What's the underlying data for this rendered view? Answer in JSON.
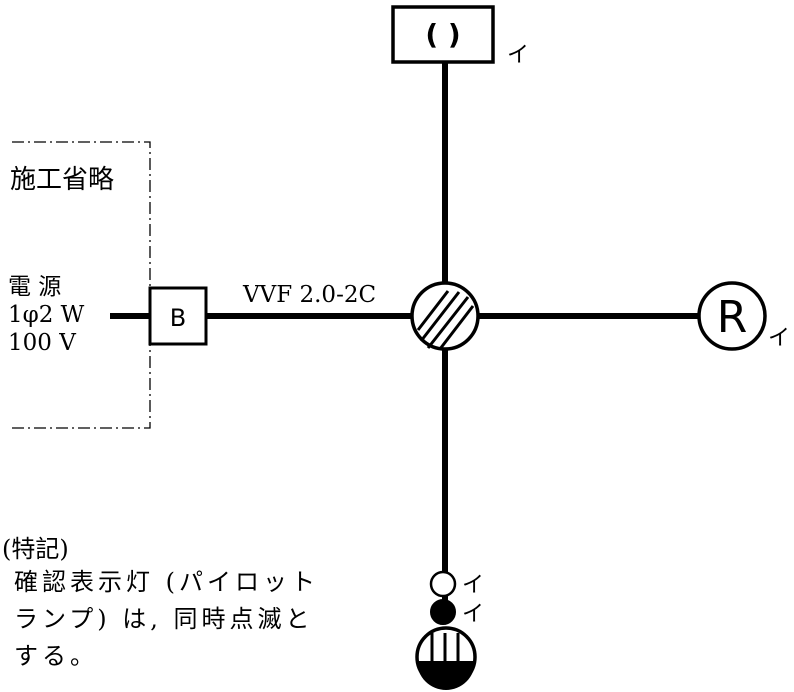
{
  "omitted_box": {
    "title": "施工省略",
    "power_label_line1": "電 源",
    "power_label_line2": "1φ2 W",
    "power_label_line3": "100 V"
  },
  "breaker": {
    "label": "B"
  },
  "cable": {
    "label": "VVF 2.0-2C"
  },
  "ceiling_box": {
    "label": "( )",
    "switch_mark": "イ"
  },
  "receptacle": {
    "label": "R",
    "switch_mark": "イ"
  },
  "pilot_lamp": {
    "switch_mark": "イ"
  },
  "switch": {
    "switch_mark": "イ"
  },
  "note": {
    "title": "(特記)",
    "line1": "確認表示灯 (パイロットランプ) は, 同時点滅と",
    "line1a": "確認表示灯 (パイロット",
    "line1b": "ランプ) は, 同時点滅と",
    "line2": "する。"
  }
}
